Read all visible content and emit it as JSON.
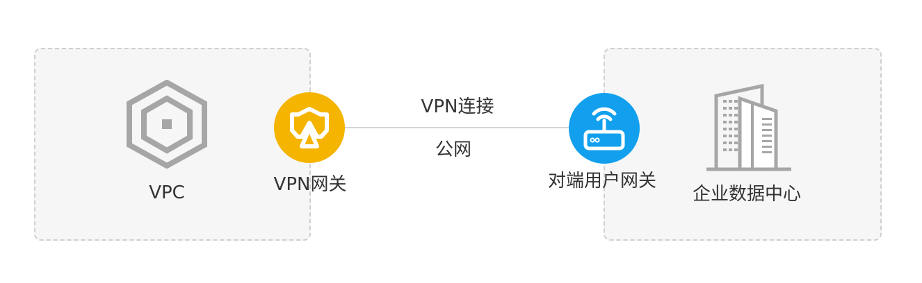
{
  "vpc": {
    "label": "VPC",
    "icon": "vpc-hexagon-icon"
  },
  "vpn_gateway": {
    "label": "VPN网关",
    "icon": "vpn-gateway-shield-icon",
    "color": "#f4b400"
  },
  "connection": {
    "top_label": "VPN连接",
    "bottom_label": "公网"
  },
  "peer_gateway": {
    "label": "对端用户网关",
    "icon": "router-icon",
    "color": "#12a0ee"
  },
  "datacenter": {
    "label": "企业数据中心",
    "icon": "building-icon"
  }
}
